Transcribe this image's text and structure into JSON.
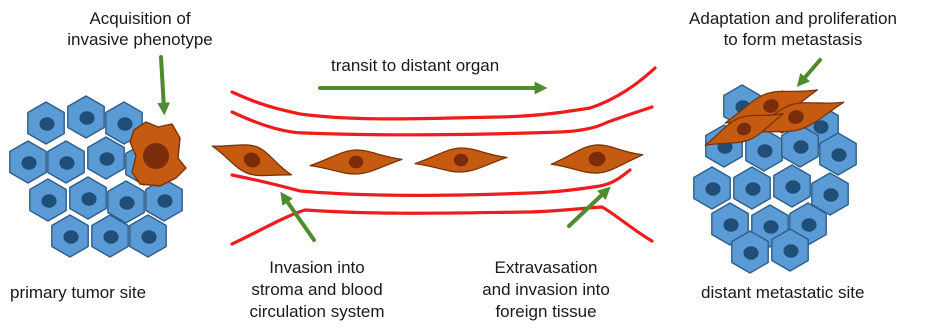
{
  "labels": {
    "acquisition": [
      "Acquisition of",
      "invasive phenotype"
    ],
    "adaptation": [
      "Adaptation and proliferation",
      "to form metastasis"
    ],
    "transit": "transit to distant organ",
    "invasion": [
      "Invasion into",
      "stroma and blood",
      "circulation system"
    ],
    "extravasation": [
      "Extravasation",
      "and invasion into",
      "foreign tissue"
    ],
    "primary_site": "primary tumor site",
    "distant_site": "distant metastatic site"
  },
  "colors": {
    "tumor_cell": "#5b9bd5",
    "tumor_nucleus": "#1f4e79",
    "invasive_cell": "#c55a11",
    "invasive_nucleus": "#7b2c0a",
    "vessel": "#ee1c1c",
    "arrow": "#4e8a2e"
  }
}
